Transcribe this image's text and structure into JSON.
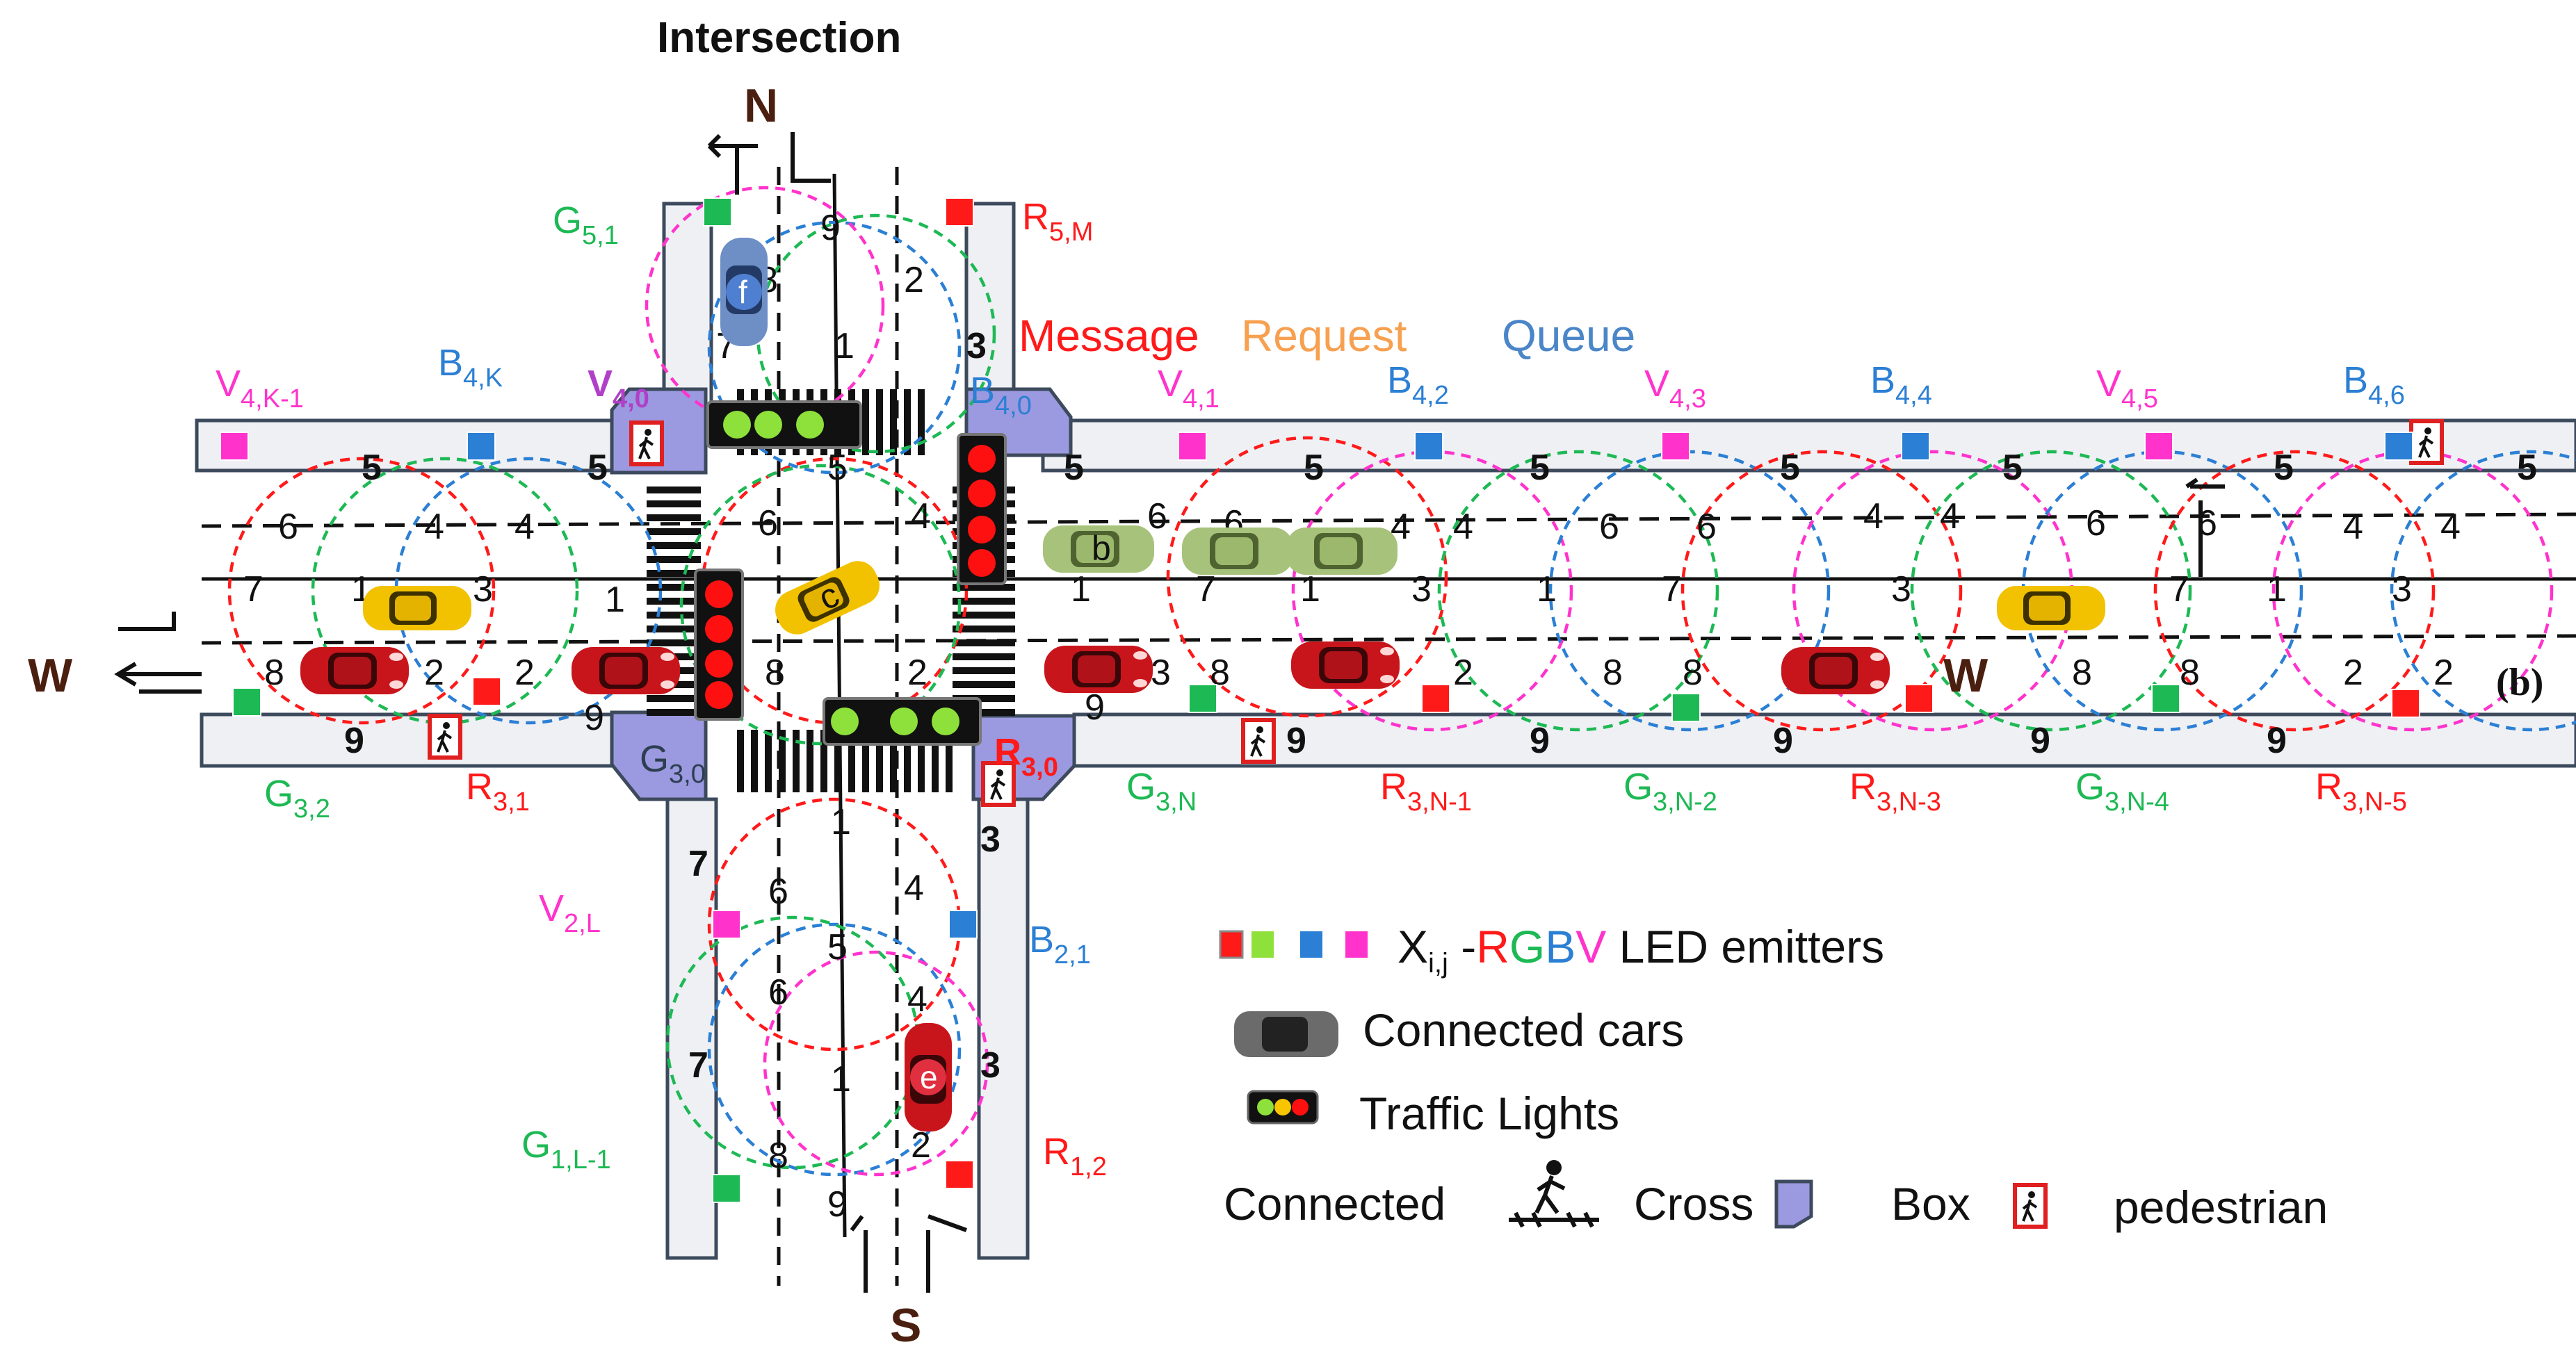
{
  "title": "Intersection",
  "compass": {
    "north": "N",
    "south": "S",
    "west": "W"
  },
  "panel_label": "(b)",
  "flow_labels": {
    "message": "Message",
    "request": "Request",
    "queue": "Queue"
  },
  "colors": {
    "red": "#ff1a1a",
    "green": "#1db954",
    "blue": "#2b7fd4",
    "violet": "#ff33cc",
    "sidewalk": "#eef0f4",
    "crosswalk_box": "#9b99e0",
    "road_line": "#111111"
  },
  "emitters": [
    {
      "id": "G51",
      "color": "green",
      "base": "G",
      "sub": "5,1"
    },
    {
      "id": "R5M",
      "color": "red",
      "base": "R",
      "sub": "5,M"
    },
    {
      "id": "V4K1",
      "color": "violet",
      "base": "V",
      "sub": "4,K-1"
    },
    {
      "id": "B4K",
      "color": "blue",
      "base": "B",
      "sub": "4,K"
    },
    {
      "id": "V40",
      "color": "violet",
      "base": "V",
      "sub": "4,0"
    },
    {
      "id": "B40",
      "color": "blue",
      "base": "B",
      "sub": "4,0"
    },
    {
      "id": "V41",
      "color": "violet",
      "base": "V",
      "sub": "4,1"
    },
    {
      "id": "B42",
      "color": "blue",
      "base": "B",
      "sub": "4,2"
    },
    {
      "id": "V43",
      "color": "violet",
      "base": "V",
      "sub": "4,3"
    },
    {
      "id": "B44",
      "color": "blue",
      "base": "B",
      "sub": "4,4"
    },
    {
      "id": "V45",
      "color": "violet",
      "base": "V",
      "sub": "4,5"
    },
    {
      "id": "B46",
      "color": "blue",
      "base": "B",
      "sub": "4,6"
    },
    {
      "id": "G32",
      "color": "green",
      "base": "G",
      "sub": "3,2"
    },
    {
      "id": "R31",
      "color": "red",
      "base": "R",
      "sub": "3,1"
    },
    {
      "id": "G30",
      "color": "green",
      "base": "G",
      "sub": "3,0"
    },
    {
      "id": "R30",
      "color": "red",
      "base": "R",
      "sub": "3,0"
    },
    {
      "id": "G3N",
      "color": "green",
      "base": "G",
      "sub": "3,N"
    },
    {
      "id": "R3N1",
      "color": "red",
      "base": "R",
      "sub": "3,N-1"
    },
    {
      "id": "G3N2",
      "color": "green",
      "base": "G",
      "sub": "3,N-2"
    },
    {
      "id": "R3N3",
      "color": "red",
      "base": "R",
      "sub": "3,N-3"
    },
    {
      "id": "G3N4",
      "color": "green",
      "base": "G",
      "sub": "3,N-4"
    },
    {
      "id": "R3N5",
      "color": "red",
      "base": "R",
      "sub": "3,N-5"
    },
    {
      "id": "V2L",
      "color": "violet",
      "base": "V",
      "sub": "2,L"
    },
    {
      "id": "B21",
      "color": "blue",
      "base": "B",
      "sub": "2,1"
    },
    {
      "id": "G1L1",
      "color": "green",
      "base": "G",
      "sub": "1,L-1"
    },
    {
      "id": "R12",
      "color": "red",
      "base": "R",
      "sub": "1,2"
    }
  ],
  "cars": [
    {
      "id": "f",
      "label": "f"
    },
    {
      "id": "c",
      "label": "c"
    },
    {
      "id": "b",
      "label": "b"
    },
    {
      "id": "e",
      "label": "e"
    }
  ],
  "legend": {
    "emitters_text": "X",
    "emitters_sub": "i,j",
    "emitters_dash": " -",
    "rgbv": [
      "R",
      "G",
      "B",
      "V"
    ],
    "emitters_suffix": " LED emitters",
    "connected_cars": "Connected cars",
    "traffic_lights": "Traffic Lights",
    "connected": "Connected",
    "cross": "Cross",
    "box": "Box",
    "pedestrian": "pedestrian"
  }
}
